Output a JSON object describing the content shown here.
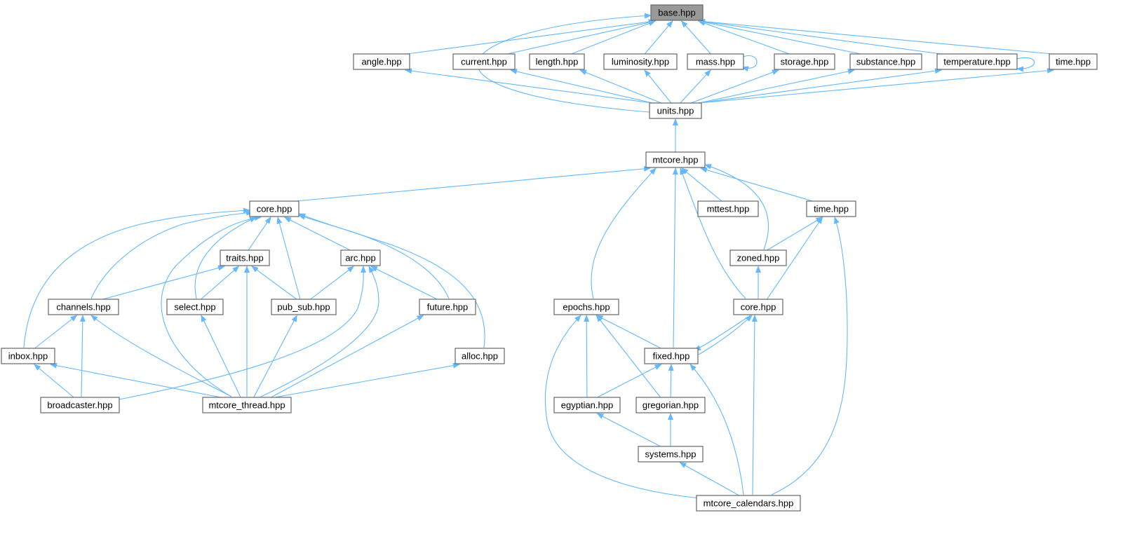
{
  "colors": {
    "edge": "#63b8ff",
    "node_border": "#666666",
    "root_fill": "#999999",
    "node_fill": "#ffffff"
  },
  "nodes": [
    {
      "id": "base",
      "label": "base.hpp",
      "root": true
    },
    {
      "id": "angle",
      "label": "angle.hpp"
    },
    {
      "id": "current",
      "label": "current.hpp"
    },
    {
      "id": "length",
      "label": "length.hpp"
    },
    {
      "id": "luminosity",
      "label": "luminosity.hpp"
    },
    {
      "id": "mass",
      "label": "mass.hpp"
    },
    {
      "id": "storage",
      "label": "storage.hpp"
    },
    {
      "id": "substance",
      "label": "substance.hpp"
    },
    {
      "id": "temperature",
      "label": "temperature.hpp"
    },
    {
      "id": "time1",
      "label": "time.hpp"
    },
    {
      "id": "units",
      "label": "units.hpp"
    },
    {
      "id": "mtcore",
      "label": "mtcore.hpp"
    },
    {
      "id": "core1",
      "label": "core.hpp"
    },
    {
      "id": "mttest",
      "label": "mttest.hpp"
    },
    {
      "id": "time2",
      "label": "time.hpp"
    },
    {
      "id": "traits",
      "label": "traits.hpp"
    },
    {
      "id": "arc",
      "label": "arc.hpp"
    },
    {
      "id": "zoned",
      "label": "zoned.hpp"
    },
    {
      "id": "channels",
      "label": "channels.hpp"
    },
    {
      "id": "select",
      "label": "select.hpp"
    },
    {
      "id": "pubsub",
      "label": "pub_sub.hpp"
    },
    {
      "id": "future",
      "label": "future.hpp"
    },
    {
      "id": "epochs",
      "label": "epochs.hpp"
    },
    {
      "id": "core2",
      "label": "core.hpp"
    },
    {
      "id": "inbox",
      "label": "inbox.hpp"
    },
    {
      "id": "alloc",
      "label": "alloc.hpp"
    },
    {
      "id": "fixed",
      "label": "fixed.hpp"
    },
    {
      "id": "broadcaster",
      "label": "broadcaster.hpp"
    },
    {
      "id": "mtthread",
      "label": "mtcore_thread.hpp"
    },
    {
      "id": "egyptian",
      "label": "egyptian.hpp"
    },
    {
      "id": "gregorian",
      "label": "gregorian.hpp"
    },
    {
      "id": "systems",
      "label": "systems.hpp"
    },
    {
      "id": "calendars",
      "label": "mtcore_calendars.hpp"
    }
  ],
  "edges": [
    {
      "from": "angle",
      "to": "base"
    },
    {
      "from": "current",
      "to": "base"
    },
    {
      "from": "length",
      "to": "base"
    },
    {
      "from": "luminosity",
      "to": "base"
    },
    {
      "from": "mass",
      "to": "base"
    },
    {
      "from": "storage",
      "to": "base"
    },
    {
      "from": "substance",
      "to": "base"
    },
    {
      "from": "temperature",
      "to": "base"
    },
    {
      "from": "time1",
      "to": "base"
    },
    {
      "from": "units",
      "to": "base"
    },
    {
      "from": "mass",
      "to": "mass"
    },
    {
      "from": "temperature",
      "to": "temperature"
    },
    {
      "from": "units",
      "to": "angle"
    },
    {
      "from": "units",
      "to": "current"
    },
    {
      "from": "units",
      "to": "length"
    },
    {
      "from": "units",
      "to": "luminosity"
    },
    {
      "from": "units",
      "to": "mass"
    },
    {
      "from": "units",
      "to": "storage"
    },
    {
      "from": "units",
      "to": "substance"
    },
    {
      "from": "units",
      "to": "temperature"
    },
    {
      "from": "units",
      "to": "time1"
    },
    {
      "from": "mtcore",
      "to": "units"
    },
    {
      "from": "core1",
      "to": "mtcore"
    },
    {
      "from": "mttest",
      "to": "mtcore"
    },
    {
      "from": "time2",
      "to": "mtcore"
    },
    {
      "from": "zoned",
      "to": "mtcore"
    },
    {
      "from": "epochs",
      "to": "mtcore"
    },
    {
      "from": "fixed",
      "to": "mtcore"
    },
    {
      "from": "core2",
      "to": "mtcore"
    },
    {
      "from": "traits",
      "to": "core1"
    },
    {
      "from": "arc",
      "to": "core1"
    },
    {
      "from": "channels",
      "to": "core1"
    },
    {
      "from": "select",
      "to": "core1"
    },
    {
      "from": "pubsub",
      "to": "core1"
    },
    {
      "from": "future",
      "to": "core1"
    },
    {
      "from": "inbox",
      "to": "core1"
    },
    {
      "from": "alloc",
      "to": "core1"
    },
    {
      "from": "mtthread",
      "to": "core1"
    },
    {
      "from": "channels",
      "to": "traits"
    },
    {
      "from": "select",
      "to": "traits"
    },
    {
      "from": "pubsub",
      "to": "traits"
    },
    {
      "from": "mtthread",
      "to": "traits"
    },
    {
      "from": "pubsub",
      "to": "arc"
    },
    {
      "from": "future",
      "to": "arc"
    },
    {
      "from": "broadcaster",
      "to": "arc"
    },
    {
      "from": "mtthread",
      "to": "arc"
    },
    {
      "from": "inbox",
      "to": "channels"
    },
    {
      "from": "broadcaster",
      "to": "channels"
    },
    {
      "from": "mtthread",
      "to": "channels"
    },
    {
      "from": "broadcaster",
      "to": "inbox"
    },
    {
      "from": "mtthread",
      "to": "inbox"
    },
    {
      "from": "mtthread",
      "to": "select"
    },
    {
      "from": "mtthread",
      "to": "pubsub"
    },
    {
      "from": "mtthread",
      "to": "future"
    },
    {
      "from": "mtthread",
      "to": "alloc"
    },
    {
      "from": "zoned",
      "to": "time2"
    },
    {
      "from": "core2",
      "to": "time2"
    },
    {
      "from": "calendars",
      "to": "time2"
    },
    {
      "from": "core2",
      "to": "zoned"
    },
    {
      "from": "fixed",
      "to": "core2"
    },
    {
      "from": "calendars",
      "to": "core2"
    },
    {
      "from": "core2",
      "to": "fixed"
    },
    {
      "from": "fixed",
      "to": "epochs"
    },
    {
      "from": "egyptian",
      "to": "epochs"
    },
    {
      "from": "gregorian",
      "to": "epochs"
    },
    {
      "from": "calendars",
      "to": "epochs"
    },
    {
      "from": "egyptian",
      "to": "fixed"
    },
    {
      "from": "gregorian",
      "to": "fixed"
    },
    {
      "from": "calendars",
      "to": "fixed"
    },
    {
      "from": "systems",
      "to": "egyptian"
    },
    {
      "from": "systems",
      "to": "gregorian"
    },
    {
      "from": "calendars",
      "to": "systems"
    }
  ]
}
